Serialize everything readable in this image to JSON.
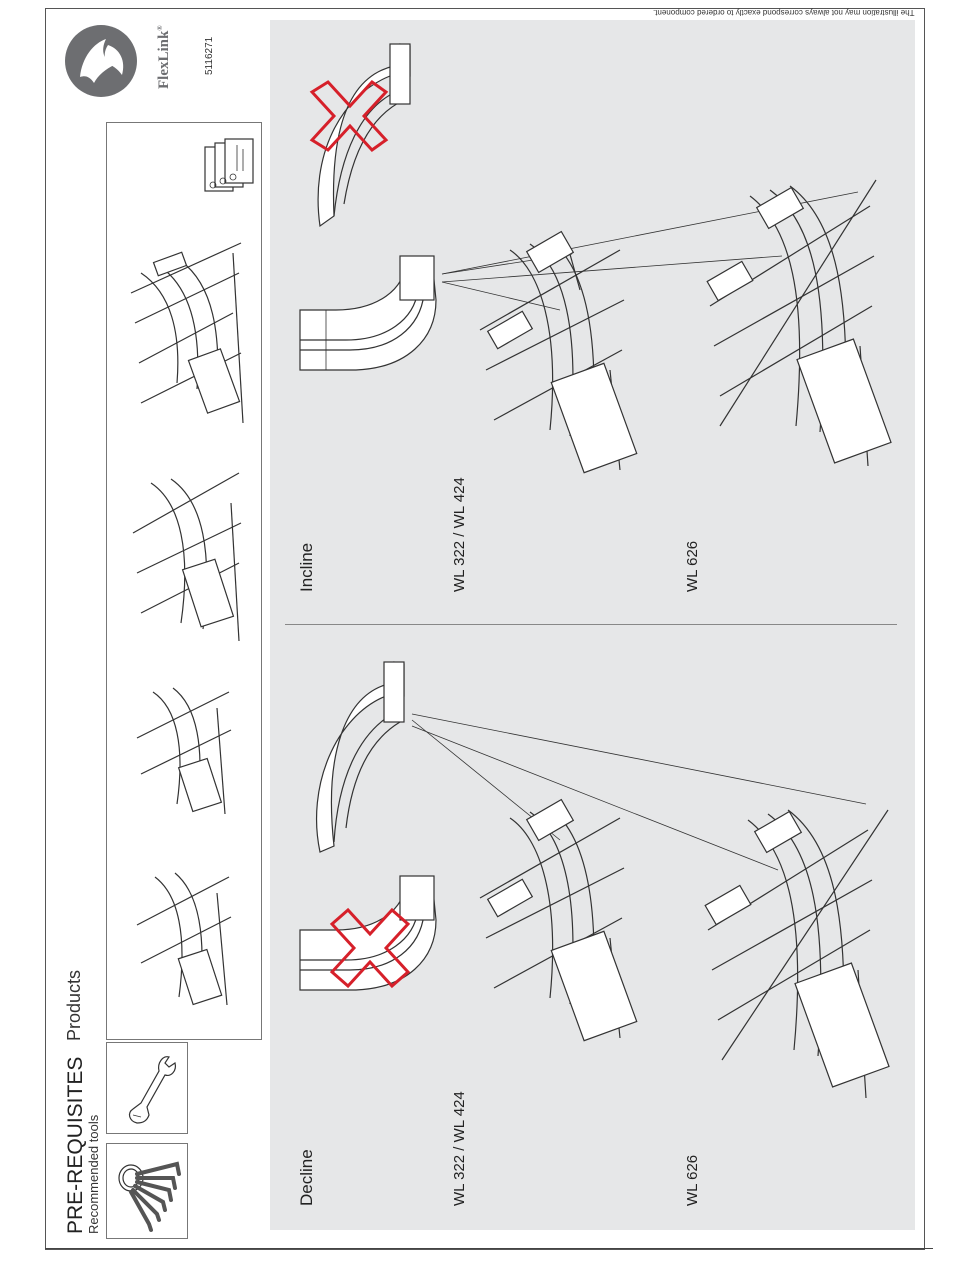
{
  "header": {
    "title": "PRE-REQUISITES",
    "tools_label": "Recommended tools",
    "products_label": "Products",
    "doc_number": "5116271",
    "note": "The illustration may not always correspond exactly to ordered component."
  },
  "brand": {
    "name": "FlexLink",
    "mark": "®",
    "color": "#6d6e71"
  },
  "sections": {
    "decline": {
      "label": "Decline",
      "model_a": "WL 322 / WL 424",
      "model_b": "WL 626"
    },
    "incline": {
      "label": "Incline",
      "model_a": "WL 322 / WL 424",
      "model_b": "WL 626"
    }
  },
  "icons": {
    "tool_1": "hex-key-set-icon",
    "tool_2": "open-end-wrench-icon",
    "docs": "documents-icon",
    "wrong": "red-cross-icon"
  },
  "colors": {
    "panel": "#e6e7e8",
    "cross": "#d6202a"
  }
}
